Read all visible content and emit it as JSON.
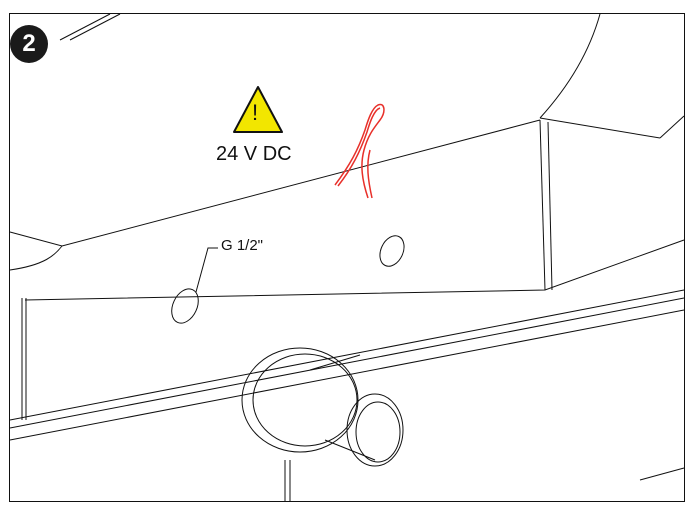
{
  "step": {
    "number": "2"
  },
  "warning": {
    "symbol": "!",
    "voltage_label": "24 V DC",
    "icon": "warning-triangle-icon",
    "color": "#f2e600"
  },
  "fitting": {
    "thread_label": "G 1/2\""
  },
  "cable": {
    "color": "#e8302a"
  }
}
